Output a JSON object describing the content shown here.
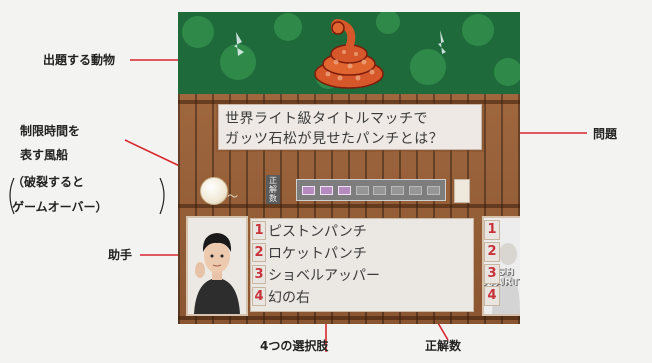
{
  "callouts": {
    "animal": "出題する動物",
    "timer_line1": "制限時間を",
    "timer_line2": "表す風船",
    "timer_line3": "（破裂すると",
    "timer_line4": "ゲームオーバー）",
    "assistant": "助手",
    "question": "問題",
    "choices": "4つの選択肢",
    "correct": "正解数"
  },
  "game": {
    "question_line1": "世界ライト級タイトルマッチで",
    "question_line2": "ガッツ石松が見せたパンチとは？",
    "correct_label": "正解数",
    "answers": [
      {
        "num": "1",
        "text": "ピストンパンチ"
      },
      {
        "num": "2",
        "text": "ロケットパンチ"
      },
      {
        "num": "3",
        "text": "ショベルアッパー"
      },
      {
        "num": "4",
        "text": "幻の右"
      }
    ],
    "player2_numbers": [
      "1",
      "2",
      "3",
      "4"
    ],
    "push_start": "PUSH START",
    "correct_count": 3,
    "correct_slots": 8
  },
  "colors": {
    "leader_line": "#d8262c",
    "answer_number": "#c8333a",
    "jungle": "#1f6a3a",
    "wood": "#8a5631"
  }
}
